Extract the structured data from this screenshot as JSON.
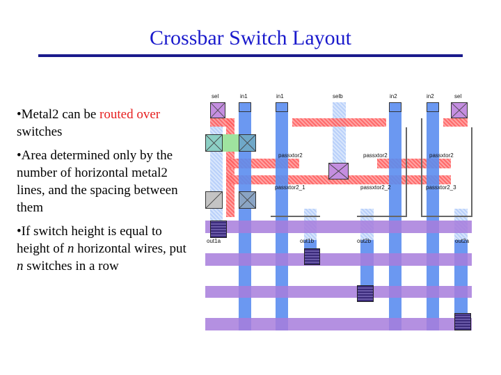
{
  "title": "Crossbar Switch Layout",
  "bullets": [
    {
      "pre": "•Metal2 can be ",
      "hl": "routed over",
      "post": " switches"
    },
    {
      "text": "•Area determined only by the number of horizontal metal2 lines, and the spacing between them"
    },
    {
      "pre2": "•If switch height is equal to height of ",
      "it1": "n",
      "mid": " horizontal wires, put ",
      "it2": "n",
      "post2": " switches in a row"
    }
  ],
  "diagram": {
    "top_labels": [
      "sel",
      "in1",
      "in1",
      "selb",
      "in2",
      "in2",
      "sel"
    ],
    "transistor_labels": [
      "passxtor2",
      "passxtor2",
      "passxtor2"
    ],
    "transistor_sub_labels": [
      "passxtor2_1",
      "passxtor2_2",
      "passxtor2_3"
    ],
    "output_labels": [
      "out1a",
      "out1b",
      "out2b",
      "out2a"
    ]
  },
  "colors": {
    "title": "#1a1acc",
    "highlight": "#e62020",
    "metal1": "#5b8def",
    "metal2": "#a77ddc",
    "poly": "#ff5a5a"
  }
}
